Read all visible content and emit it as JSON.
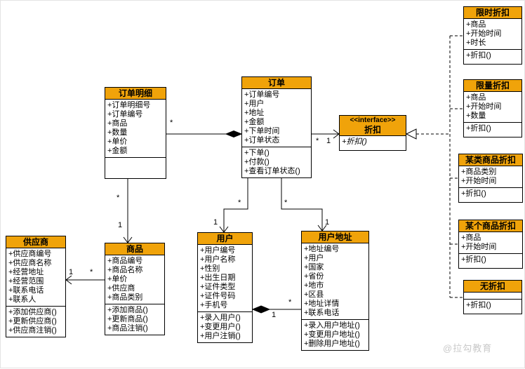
{
  "colors": {
    "class_header": "#F0A30A",
    "line": "#000000",
    "watermark": "#C9C9C9"
  },
  "watermark": "@拉勾教育",
  "classes": {
    "order_detail": {
      "title": "订单明细",
      "attrs": [
        "+订单明细号",
        "+订单编号",
        "+商品",
        "+数量",
        "+单价",
        "+金额"
      ],
      "methods": []
    },
    "order": {
      "title": "订单",
      "attrs": [
        "+订单编号",
        "+用户",
        "+地址",
        "+金额",
        "+下单时间",
        "+订单状态"
      ],
      "methods": [
        "+下单()",
        "+付款()",
        "+查看订单状态()"
      ]
    },
    "discount_interface": {
      "stereotype": "<<interface>>",
      "title": "折扣",
      "attrs": [],
      "methods": [
        "+折扣()"
      ]
    },
    "time_limited_discount": {
      "title": "限时折扣",
      "attrs": [
        "+商品",
        "+开始时间",
        "+时长"
      ],
      "methods": [
        "+折扣()"
      ]
    },
    "quantity_limited_discount": {
      "title": "限量折扣",
      "attrs": [
        "+商品",
        "+开始时间",
        "+数量"
      ],
      "methods": [
        "+折扣()"
      ]
    },
    "category_discount": {
      "title": "某类商品折扣",
      "attrs": [
        "+商品类别",
        "+开始时间"
      ],
      "methods": [
        "+折扣()"
      ]
    },
    "single_product_discount": {
      "title": "某个商品折扣",
      "attrs": [
        "+商品",
        "+开始时间"
      ],
      "methods": [
        "+折扣()"
      ]
    },
    "no_discount": {
      "title": "无折扣",
      "attrs": [],
      "methods": [
        "+折扣()"
      ]
    },
    "supplier": {
      "title": "供应商",
      "attrs": [
        "+供应商编号",
        "+供应商名称",
        "+经营地址",
        "+经营范围",
        "+联系电话",
        "+联系人"
      ],
      "methods": [
        "+添加供应商()",
        "+更新供应商()",
        "+供应商注销()"
      ]
    },
    "product": {
      "title": "商品",
      "attrs": [
        "+商品编号",
        "+商品名称",
        "+单价",
        "+供应商",
        "+商品类别"
      ],
      "methods": [
        "+添加商品()",
        "+更新商品()",
        "+商品注销()"
      ]
    },
    "user": {
      "title": "用户",
      "attrs": [
        "+用户编号",
        "+用户名称",
        "+性别",
        "+出生日期",
        "+证件类型",
        "+证件号码",
        "+手机号"
      ],
      "methods": [
        "+录入用户()",
        "+变更用户()",
        "+用户注销()"
      ]
    },
    "user_address": {
      "title": "用户地址",
      "attrs": [
        "+地址编号",
        "+用户",
        "+国家",
        "+省份",
        "+地市",
        "+区县",
        "+地址详情",
        "+联系电话"
      ],
      "methods": [
        "+录入用户地址()",
        "+变更用户地址()",
        "+删除用户地址()"
      ]
    }
  },
  "multiplicities": {
    "detail_to_order": "*",
    "detail_to_product_top": "*",
    "detail_to_product_bottom": "1",
    "product_to_supplier_one": "1",
    "product_to_supplier_many": "*",
    "order_to_user_many": "*",
    "order_to_user_one": "1",
    "order_to_address_many": "*",
    "order_to_address_one": "1",
    "user_to_address_one": "1",
    "user_to_address_many": "*",
    "order_to_discount_many": "*",
    "order_to_discount_one": "1"
  }
}
